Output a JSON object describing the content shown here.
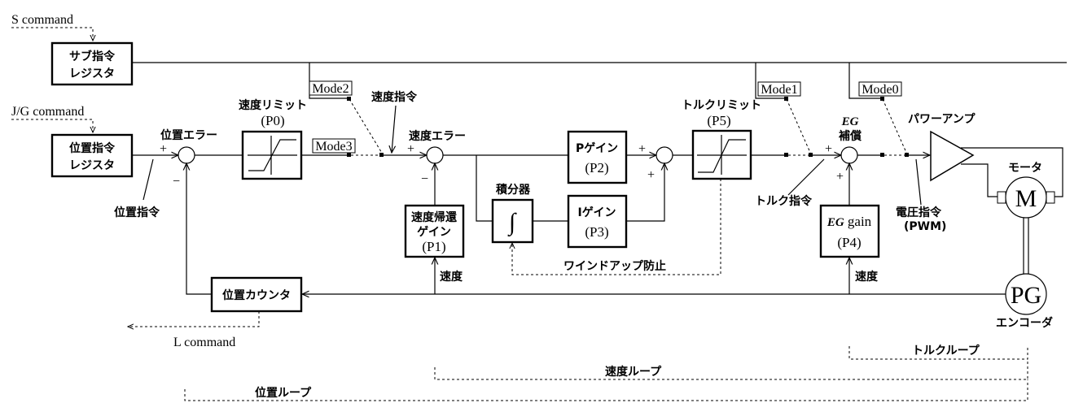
{
  "inputs": {
    "s_command": "S command",
    "jg_command": "J/G command",
    "l_command": "L command"
  },
  "blocks": {
    "sub_register": [
      "サブ指令",
      "レジスタ"
    ],
    "position_register": [
      "位置指令",
      "レジスタ"
    ],
    "speed_limit": {
      "title": "速度リミット",
      "param": "(P0)"
    },
    "speed_feedback_gain": [
      "速度帰還",
      "ゲイン",
      "(P1)"
    ],
    "p_gain": [
      "Pゲイン",
      "(P2)"
    ],
    "i_gain": [
      "Iゲイン",
      "(P3)"
    ],
    "integrator": {
      "title": "積分器",
      "symbol": "∫"
    },
    "torque_limit": {
      "title": "トルクリミット",
      "param": "(P5)"
    },
    "eg_gain": {
      "eg": "EG",
      "label": " gain",
      "param": "(P4)"
    },
    "position_counter": "位置カウンタ",
    "power_amp": "パワーアンプ",
    "motor": {
      "title": "モータ",
      "symbol": "M"
    },
    "encoder": {
      "title": "エンコーダ",
      "symbol": "PG"
    }
  },
  "labels": {
    "position_error": "位置エラー",
    "position_command": "位置指令",
    "speed_command": "速度指令",
    "speed_error": "速度エラー",
    "eg_comp_eg": "EG",
    "eg_comp": "補償",
    "torque_command": "トルク指令",
    "voltage_command": "電圧指令",
    "pwm": "(PWM)",
    "speed_1": "速度",
    "speed_2": "速度",
    "anti_windup": "ワインドアップ防止",
    "plus": "+",
    "minus": "−"
  },
  "modes": [
    "Mode0",
    "Mode1",
    "Mode2",
    "Mode3"
  ],
  "loops": {
    "torque": "トルクループ",
    "speed": "速度ループ",
    "position": "位置ループ"
  }
}
